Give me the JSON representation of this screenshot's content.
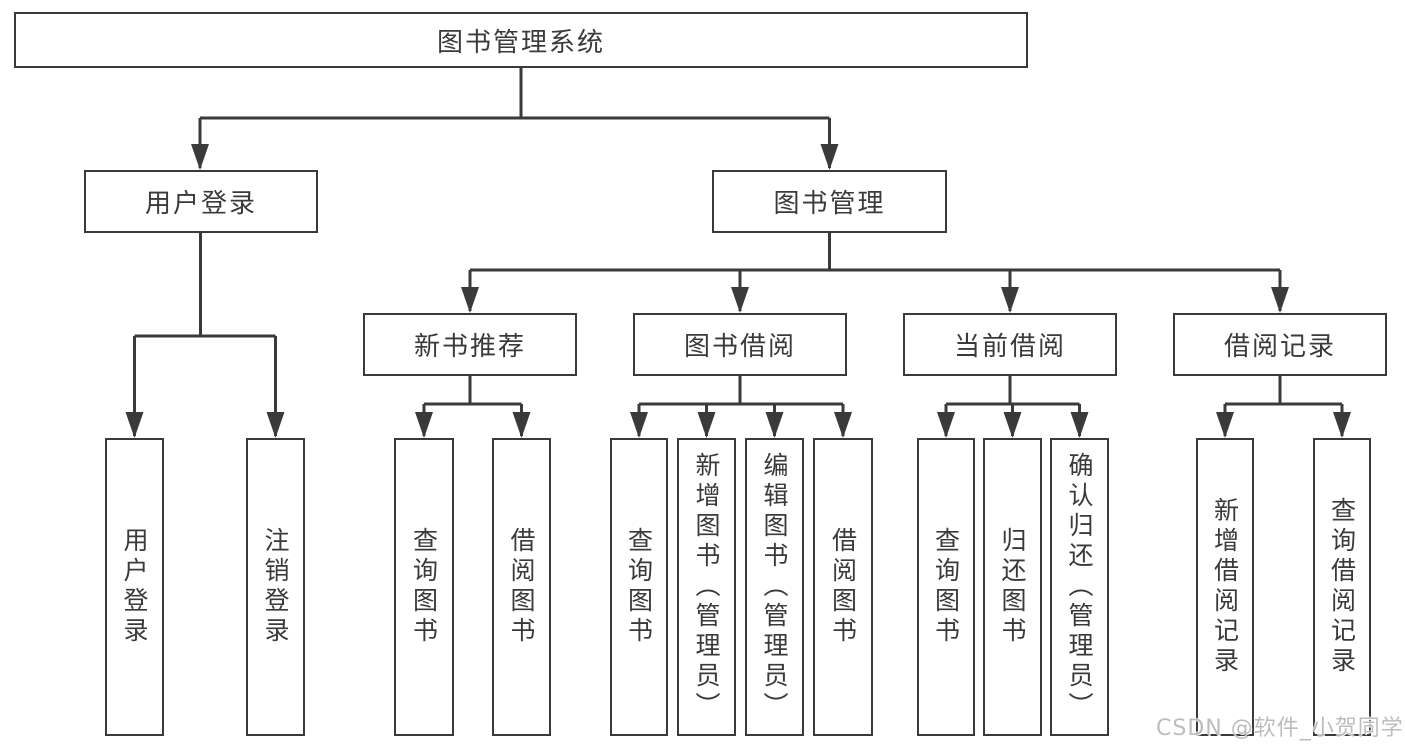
{
  "colors": {
    "line": "#3a3a3a",
    "box_border": "#3a3a3a",
    "text": "#3a3a3a",
    "background": "#ffffff",
    "watermark": "#b9b9b9"
  },
  "nodes": {
    "root": "图书管理系统",
    "userLogin": "用户登录",
    "bookManagement": "图书管理",
    "newBookRecommend": "新书推荐",
    "bookBorrow": "图书借阅",
    "currentBorrow": "当前借阅",
    "borrowRecord": "借阅记录",
    "userLoginLeaf": "用户登录",
    "logoutLeaf": "注销登录",
    "recQueryBook": "查询图书",
    "recBorrowBook": "借阅图书",
    "bbQueryBook": "查询图书",
    "bbAddBook": "新增图书（管理员）",
    "bbEditBook": "编辑图书（管理员）",
    "bbBorrowBook": "借阅图书",
    "cbQueryBook": "查询图书",
    "cbReturnBook": "归还图书",
    "cbConfirmReturn": "确认归还（管理员）",
    "brAddRecord": "新增借阅记录",
    "brQueryRecord": "查询借阅记录"
  },
  "hierarchy": {
    "图书管理系统": {
      "用户登录": [
        "用户登录",
        "注销登录"
      ],
      "图书管理": {
        "新书推荐": [
          "查询图书",
          "借阅图书"
        ],
        "图书借阅": [
          "查询图书",
          "新增图书（管理员）",
          "编辑图书（管理员）",
          "借阅图书"
        ],
        "当前借阅": [
          "查询图书",
          "归还图书",
          "确认归还（管理员）"
        ],
        "借阅记录": [
          "新增借阅记录",
          "查询借阅记录"
        ]
      }
    }
  },
  "watermark": {
    "text": "CSDN @软件_小贺同学"
  }
}
